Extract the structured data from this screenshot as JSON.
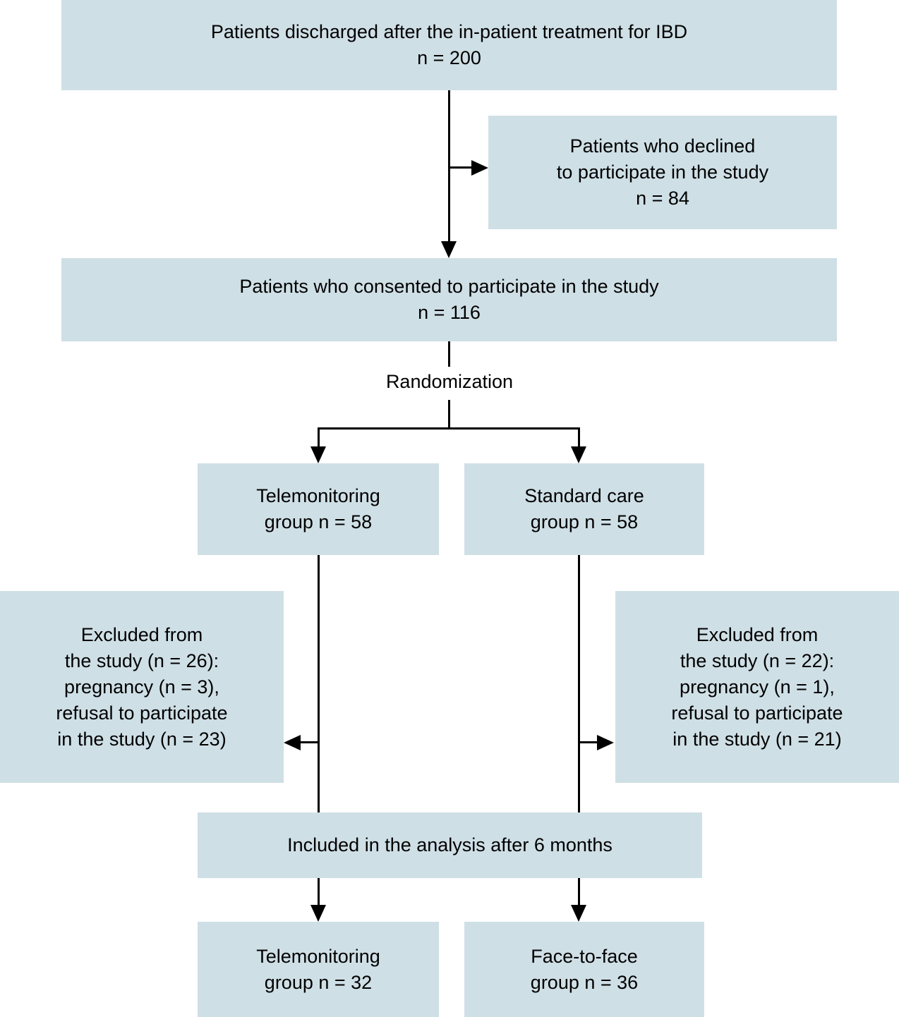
{
  "chart_data": {
    "type": "diagram",
    "title": "CONSORT participant flow diagram for IBD telemonitoring trial",
    "nodes": [
      {
        "id": "discharged",
        "label_lines": [
          "Patients discharged after the in-patient treatment for IBD",
          "n = 200"
        ],
        "n": 200
      },
      {
        "id": "declined",
        "label_lines": [
          "Patients who declined",
          "to participate in the study",
          "n = 84"
        ],
        "n": 84
      },
      {
        "id": "consented",
        "label_lines": [
          "Patients who consented to participate in the study",
          "n = 116"
        ],
        "n": 116
      },
      {
        "id": "randomization",
        "label_lines": [
          "Randomization"
        ],
        "n": null
      },
      {
        "id": "telemonitoring_group",
        "label_lines": [
          "Telemonitoring",
          "group n = 58"
        ],
        "n": 58
      },
      {
        "id": "standard_care_group",
        "label_lines": [
          "Standard care",
          "group n = 58"
        ],
        "n": 58
      },
      {
        "id": "excluded_left",
        "label_lines": [
          "Excluded from",
          "the study (n = 26):",
          "pregnancy (n = 3),",
          "refusal to participate",
          "in the study (n = 23)"
        ],
        "n": 26
      },
      {
        "id": "excluded_right",
        "label_lines": [
          "Excluded from",
          "the study (n = 22):",
          "pregnancy (n = 1),",
          "refusal to participate",
          "in the study (n = 21)"
        ],
        "n": 22
      },
      {
        "id": "included_analysis",
        "label_lines": [
          "Included in the analysis after 6 months"
        ],
        "n": null
      },
      {
        "id": "telemonitoring_final",
        "label_lines": [
          "Telemonitoring",
          "group n = 32"
        ],
        "n": 32
      },
      {
        "id": "face_to_face_final",
        "label_lines": [
          "Face-to-face",
          "group n = 36"
        ],
        "n": 36
      }
    ],
    "edges": [
      {
        "from": "discharged",
        "to": "declined",
        "style": "arrow-right"
      },
      {
        "from": "discharged",
        "to": "consented",
        "style": "arrow-down"
      },
      {
        "from": "consented",
        "to": "randomization",
        "style": "line"
      },
      {
        "from": "randomization",
        "to": "telemonitoring_group",
        "style": "arrow-down"
      },
      {
        "from": "randomization",
        "to": "standard_care_group",
        "style": "arrow-down"
      },
      {
        "from": "telemonitoring_group",
        "to": "excluded_left",
        "style": "arrow-left"
      },
      {
        "from": "standard_care_group",
        "to": "excluded_right",
        "style": "arrow-right"
      },
      {
        "from": "telemonitoring_group",
        "to": "included_analysis",
        "style": "line"
      },
      {
        "from": "standard_care_group",
        "to": "included_analysis",
        "style": "line"
      },
      {
        "from": "included_analysis",
        "to": "telemonitoring_final",
        "style": "arrow-down"
      },
      {
        "from": "included_analysis",
        "to": "face_to_face_final",
        "style": "arrow-down"
      }
    ],
    "colors": {
      "box_fill": "#cfdfe6",
      "line": "#000000",
      "text": "#000000",
      "background": "#ffffff"
    }
  },
  "boxes": {
    "discharged": {
      "line1": "Patients discharged after the in-patient treatment for IBD",
      "line2": "n = 200"
    },
    "declined": {
      "line1": "Patients who declined",
      "line2": "to participate in the study",
      "line3": "n = 84"
    },
    "consented": {
      "line1": "Patients who consented to participate in the study",
      "line2": "n = 116"
    },
    "telemonitoring_group": {
      "line1": "Telemonitoring",
      "line2": "group n = 58"
    },
    "standard_care_group": {
      "line1": "Standard care",
      "line2": "group n = 58"
    },
    "excluded_left": {
      "line1": "Excluded from",
      "line2": "the study (n = 26):",
      "line3": "pregnancy (n = 3),",
      "line4": "refusal to participate",
      "line5": "in the study (n = 23)"
    },
    "excluded_right": {
      "line1": "Excluded from",
      "line2": "the study (n = 22):",
      "line3": "pregnancy (n = 1),",
      "line4": "refusal to participate",
      "line5": "in the study (n = 21)"
    },
    "included_analysis": {
      "line1": "Included in the analysis after 6 months"
    },
    "telemonitoring_final": {
      "line1": "Telemonitoring",
      "line2": "group n = 32"
    },
    "face_to_face_final": {
      "line1": "Face-to-face",
      "line2": "group n = 36"
    }
  },
  "labels": {
    "randomization": "Randomization"
  }
}
